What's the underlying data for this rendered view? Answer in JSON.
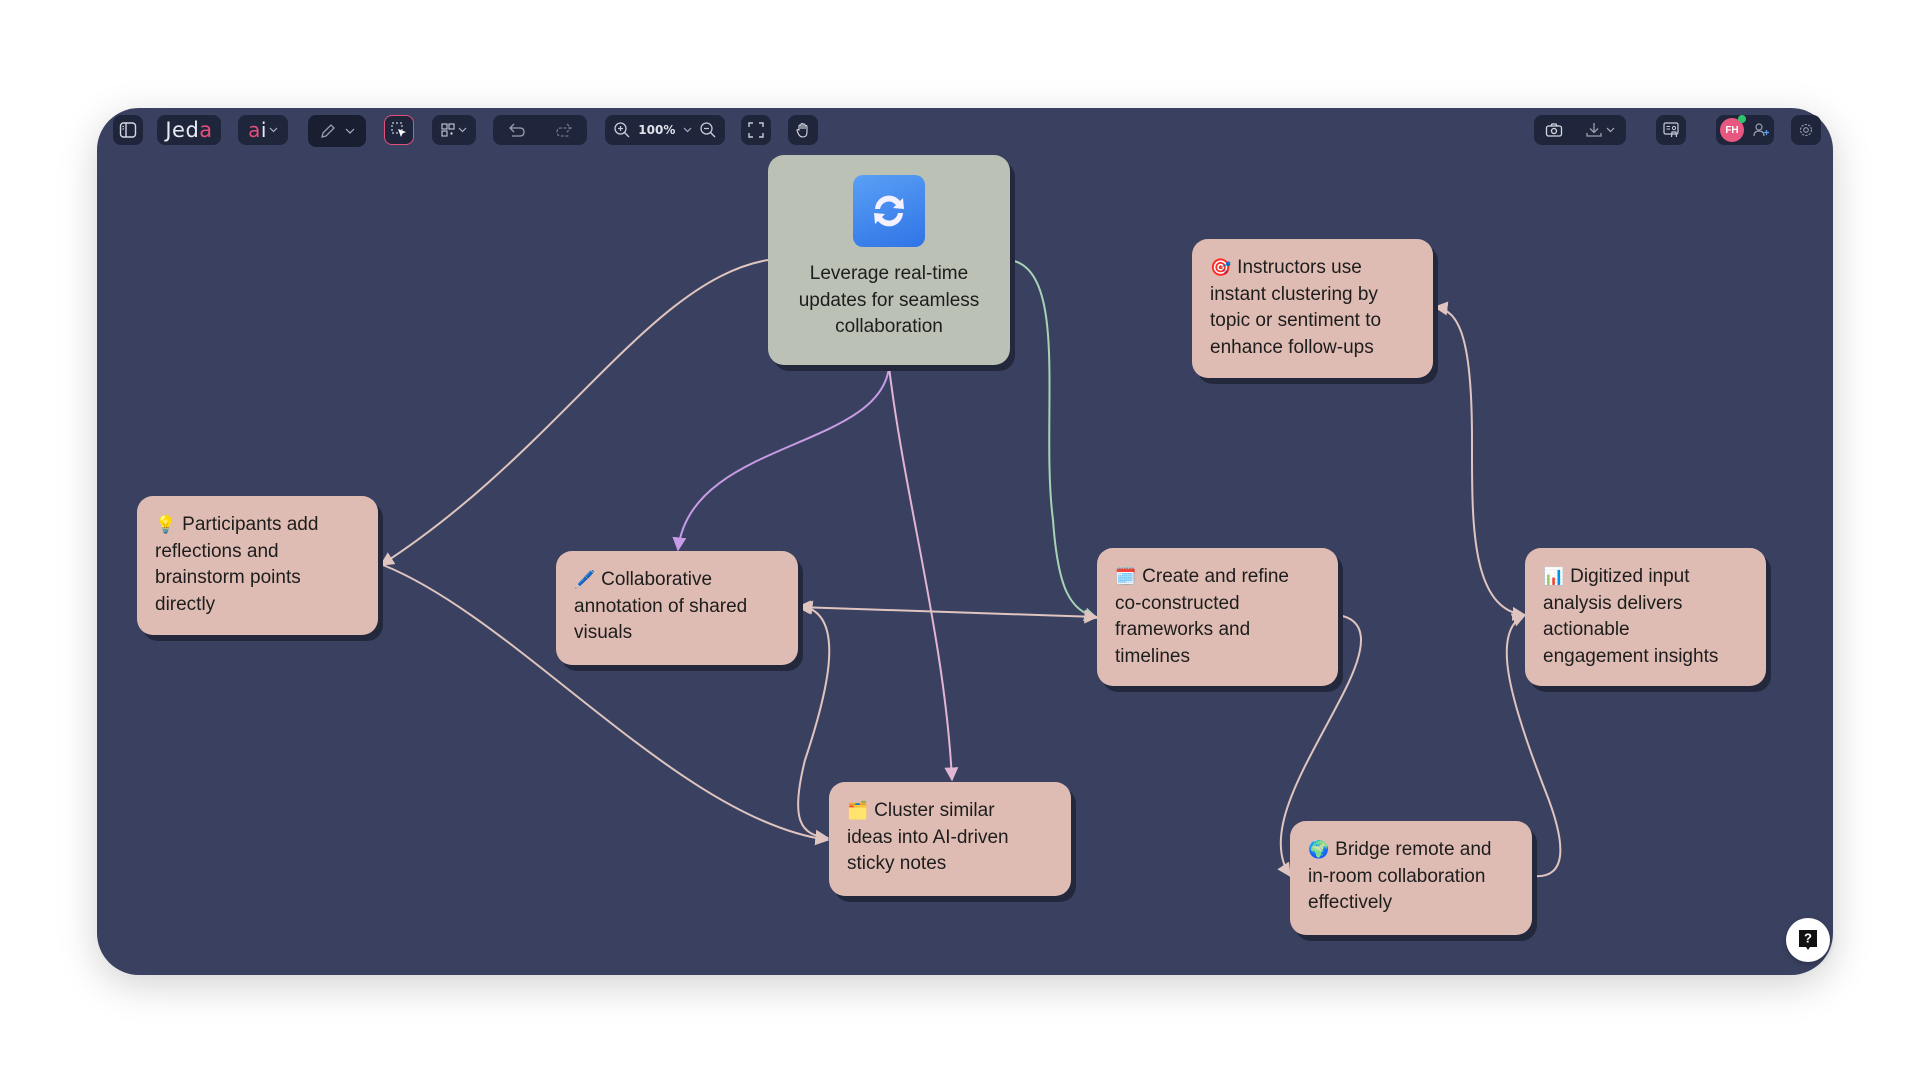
{
  "toolbar": {
    "sidebar_toggle": "sidebar-toggle",
    "logo": {
      "prefix": "Jed",
      "accent": "a"
    },
    "ai_menu": {
      "prefix": "",
      "accent": "a",
      "suffix": "i"
    },
    "pen_tool": "pen",
    "select_tool": "select",
    "shapes_menu": "shapes",
    "undo": "undo",
    "redo": "redo",
    "zoom_level": "100%",
    "fit_screen": "fit",
    "pan_tool": "hand",
    "screenshot": "camera",
    "download": "download",
    "present": "present",
    "user_initials": "FH",
    "invite": "add-user",
    "settings": "settings"
  },
  "colors": {
    "canvas_bg": "#3a4160",
    "node_bg": "#dfbcb3",
    "central_bg": "#bbc1b5",
    "edge_default": "#e0c4bf",
    "edge_purple": "#c89be6",
    "edge_pink": "#e2b5d2",
    "edge_green": "#a6d3b4",
    "accent": "#e24f7b"
  },
  "central_node": {
    "icon": "sync-icon",
    "lines": [
      "Leverage real-time",
      "updates for seamless",
      "collaboration"
    ]
  },
  "nodes": [
    {
      "id": "participants",
      "emoji": "💡",
      "lines": [
        "Participants add",
        "reflections and",
        "brainstorm points",
        "directly"
      ]
    },
    {
      "id": "collaborative",
      "emoji": "🖊️",
      "lines": [
        "Collaborative",
        "annotation of shared",
        "visuals"
      ]
    },
    {
      "id": "cluster",
      "emoji": "🗂️",
      "lines": [
        "Cluster similar",
        "ideas into AI-driven",
        "sticky notes"
      ]
    },
    {
      "id": "create",
      "emoji": "🗓️",
      "lines": [
        "Create and refine",
        "co-constructed",
        "frameworks and",
        "timelines"
      ]
    },
    {
      "id": "instructors",
      "emoji": "🎯",
      "lines": [
        "Instructors use",
        "instant clustering by",
        "topic or sentiment to",
        "enhance follow-ups"
      ]
    },
    {
      "id": "digitized",
      "emoji": "📊",
      "lines": [
        "Digitized input",
        "analysis delivers",
        "actionable",
        "engagement insights"
      ]
    },
    {
      "id": "bridge",
      "emoji": "🌍",
      "lines": [
        "Bridge remote and",
        "in-room collaboration",
        "effectively"
      ]
    }
  ],
  "help_button": "?"
}
